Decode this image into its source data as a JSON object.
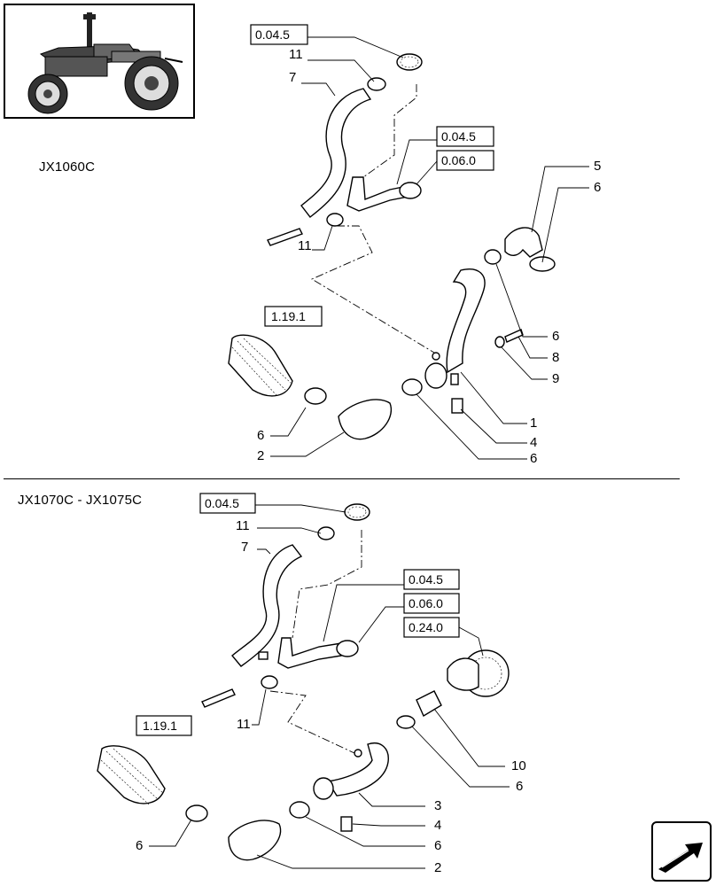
{
  "sections": [
    {
      "model": "JX1060C",
      "refs": [
        "0.04.5",
        "0.04.5",
        "0.06.0",
        "1.19.1"
      ],
      "callouts": [
        "11",
        "7",
        "11",
        "5",
        "6",
        "6",
        "8",
        "9",
        "1",
        "4",
        "6",
        "6",
        "2"
      ]
    },
    {
      "model": "JX1070C - JX1075C",
      "refs": [
        "0.04.5",
        "0.04.5",
        "0.06.0",
        "0.24.0",
        "1.19.1"
      ],
      "callouts": [
        "11",
        "7",
        "11",
        "10",
        "6",
        "3",
        "4",
        "6",
        "6",
        "2"
      ]
    }
  ],
  "icons": {
    "tractor": "tractor-illustration",
    "nav": "next-page-arrow-icon"
  }
}
